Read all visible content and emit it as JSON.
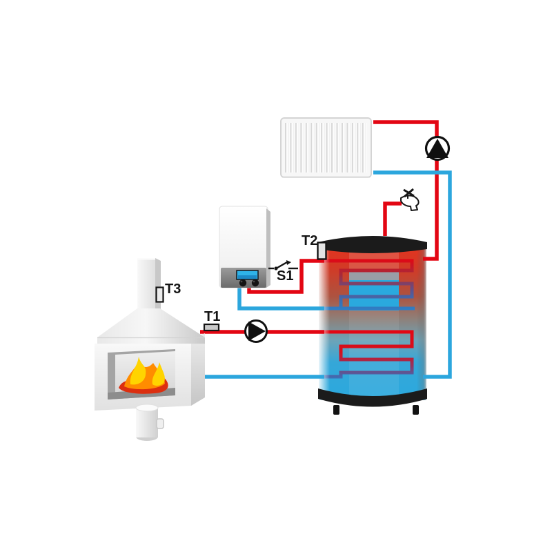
{
  "diagram": {
    "labels": {
      "sensor_t1": "T1",
      "sensor_t2": "T2",
      "sensor_t3": "T3",
      "switch_s1": "S1"
    },
    "colors": {
      "hot_pipe": "#e30613",
      "cold_pipe": "#2ca6dd",
      "tank_top": "#e5331f",
      "tank_bottom": "#2ba9de",
      "cap_black": "#1b1b1b",
      "flame_yellow": "#ffd400",
      "flame_orange": "#ff8c00",
      "flame_red": "#dc2f10",
      "display_cyan": "#2fb3e8"
    },
    "icons": [
      "radiator",
      "circulation-pump",
      "buffer-tank",
      "heat-exchanger-coil",
      "wall-boiler",
      "fireplace",
      "chimney",
      "tap-faucet",
      "temperature-sensor",
      "switch-contact",
      "fire-flames",
      "ash-bin"
    ]
  }
}
